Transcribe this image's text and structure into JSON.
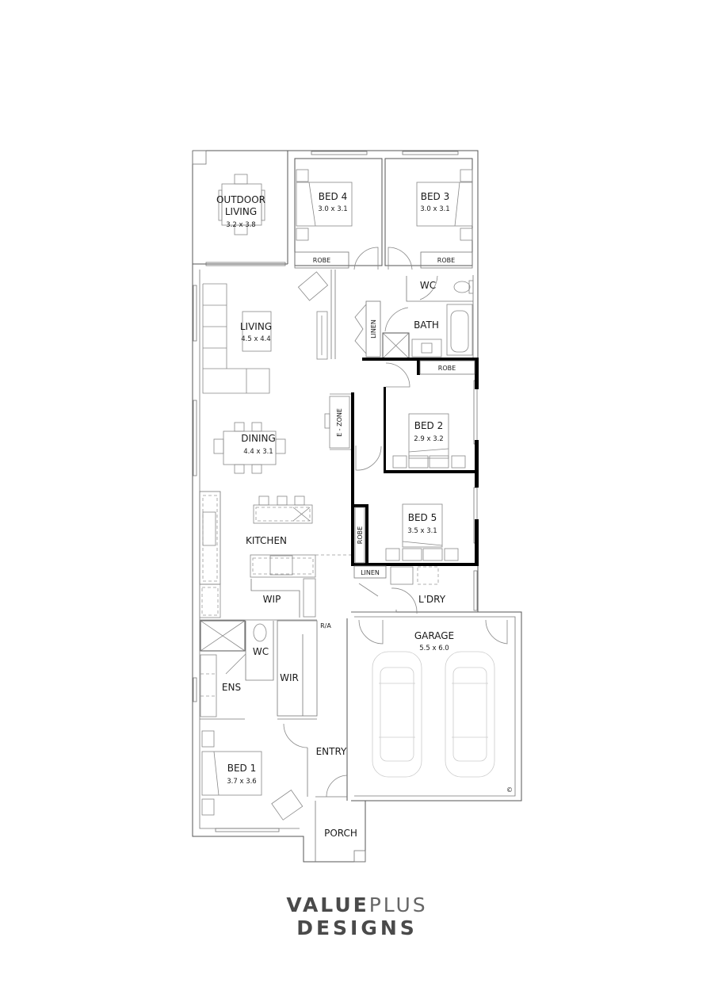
{
  "plan": {
    "rooms": {
      "outdoor_living": {
        "name_line1": "OUTDOOR",
        "name_line2": "LIVING",
        "dims": "3.2 x 3.8"
      },
      "bed4": {
        "name": "BED 4",
        "dims": "3.0 x 3.1"
      },
      "bed3": {
        "name": "BED 3",
        "dims": "3.0 x 3.1"
      },
      "robe_bed4": {
        "name": "ROBE"
      },
      "robe_bed3": {
        "name": "ROBE"
      },
      "wc_upper": {
        "name": "WC"
      },
      "bath": {
        "name": "BATH"
      },
      "linen_upper": {
        "name": "LINEN"
      },
      "living": {
        "name": "LIVING",
        "dims": "4.5 x 4.4"
      },
      "robe_bed2": {
        "name": "ROBE"
      },
      "e_zone": {
        "name": "E - ZONE"
      },
      "dining": {
        "name": "DINING",
        "dims": "4.4 x 3.1"
      },
      "bed2": {
        "name": "BED 2",
        "dims": "2.9 x 3.2"
      },
      "bed5": {
        "name": "BED 5",
        "dims": "3.5 x 3.1"
      },
      "robe_bed5": {
        "name": "ROBE"
      },
      "kitchen": {
        "name": "KITCHEN"
      },
      "linen_lower": {
        "name": "LINEN"
      },
      "laundry": {
        "name": "L'DRY"
      },
      "wip": {
        "name": "WIP"
      },
      "ra": {
        "name": "R/A"
      },
      "garage": {
        "name": "GARAGE",
        "dims": "5.5 x 6.0"
      },
      "wc_ensuite": {
        "name": "WC"
      },
      "ens": {
        "name": "ENS"
      },
      "wir": {
        "name": "WIR"
      },
      "entry": {
        "name": "ENTRY"
      },
      "bed1": {
        "name": "BED 1",
        "dims": "3.7 x 3.6"
      },
      "porch": {
        "name": "PORCH"
      }
    },
    "copyright_symbol": "©"
  },
  "logo": {
    "line1_bold": "VALUE",
    "line1_light": "PLUS",
    "line2": "DESIGNS"
  }
}
